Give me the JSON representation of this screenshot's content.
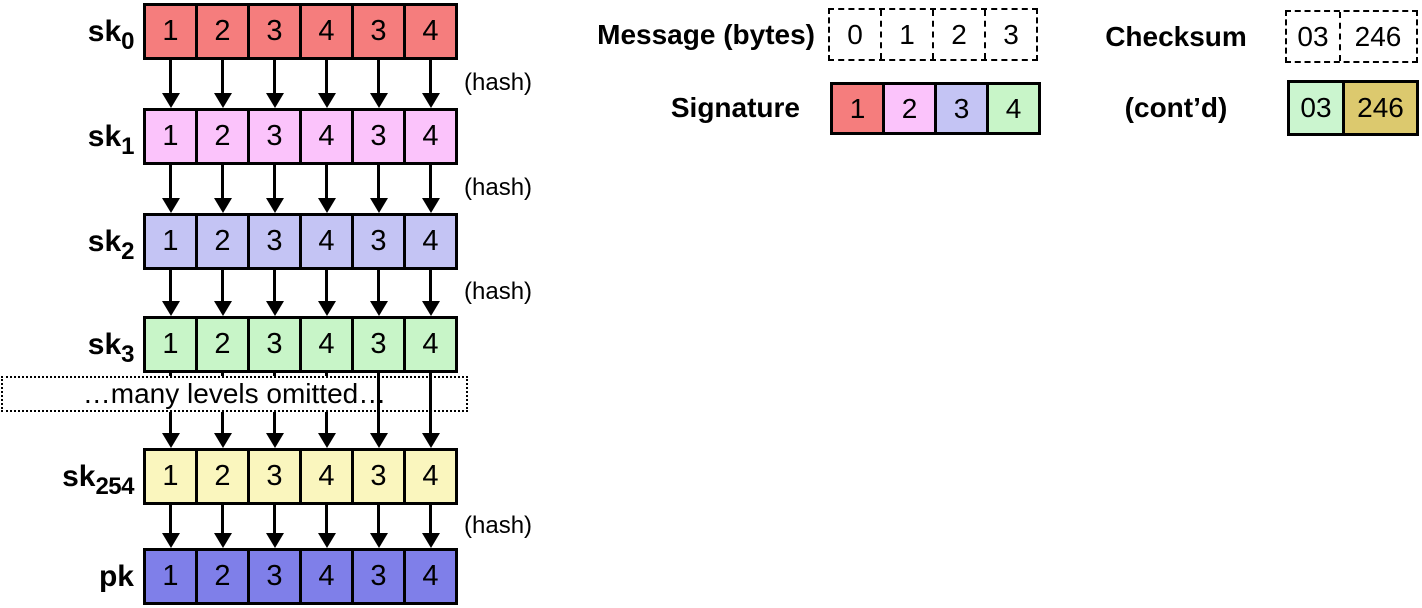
{
  "diagram": {
    "hash_label": "(hash)",
    "omitted_label": "…many levels omitted…",
    "rows": [
      {
        "id": "sk0",
        "label": "sk",
        "subscript": "0",
        "color": "#F57D7D",
        "values": [
          "1",
          "2",
          "3",
          "4",
          "3",
          "4"
        ],
        "hash_after": true
      },
      {
        "id": "sk1",
        "label": "sk",
        "subscript": "1",
        "color": "#FBC3FB",
        "values": [
          "1",
          "2",
          "3",
          "4",
          "3",
          "4"
        ],
        "hash_after": true
      },
      {
        "id": "sk2",
        "label": "sk",
        "subscript": "2",
        "color": "#C4C4F4",
        "values": [
          "1",
          "2",
          "3",
          "4",
          "3",
          "4"
        ],
        "hash_after": true
      },
      {
        "id": "sk3",
        "label": "sk",
        "subscript": "3",
        "color": "#C8F5C8",
        "values": [
          "1",
          "2",
          "3",
          "4",
          "3",
          "4"
        ],
        "hash_after": false
      },
      {
        "id": "sk254",
        "label": "sk",
        "subscript": "254",
        "color": "#FAF6BE",
        "values": [
          "1",
          "2",
          "3",
          "4",
          "3",
          "4"
        ],
        "hash_after": true
      },
      {
        "id": "pk",
        "label": "pk",
        "subscript": "",
        "color": "#7F7FE9",
        "values": [
          "1",
          "2",
          "3",
          "4",
          "3",
          "4"
        ],
        "hash_after": false
      }
    ]
  },
  "legend": {
    "message": {
      "label": "Message (bytes)",
      "cells": [
        "0",
        "1",
        "2",
        "3"
      ]
    },
    "checksum": {
      "label": "Checksum",
      "cells": [
        "03",
        "246"
      ]
    },
    "signature": {
      "label": "Signature",
      "cells": [
        {
          "value": "1",
          "color": "#F57D7D"
        },
        {
          "value": "2",
          "color": "#FBC3FB"
        },
        {
          "value": "3",
          "color": "#C4C4F4"
        },
        {
          "value": "4",
          "color": "#C8F5C8"
        }
      ]
    },
    "contd": {
      "label": "(cont’d)",
      "cells": [
        {
          "value": "03",
          "color": "#CBF5CF"
        },
        {
          "value": "246",
          "color": "#DCC96E"
        }
      ]
    }
  }
}
